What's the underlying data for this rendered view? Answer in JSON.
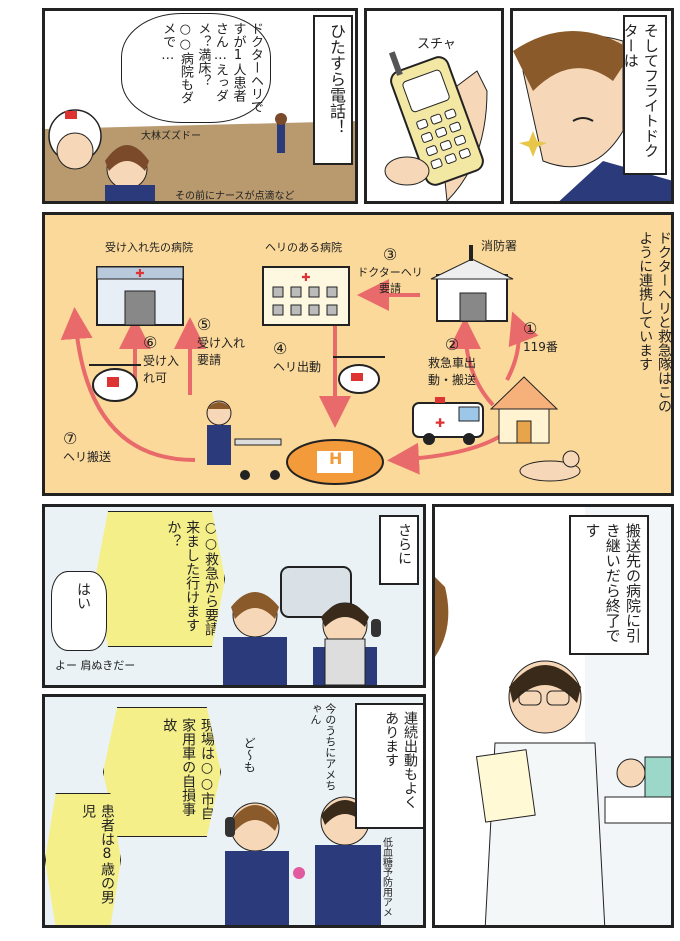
{
  "panel1": {
    "caption": "ひたすら電話！",
    "bubble": "ドクターヘリですが1人患者さん…えっダメ？満床？○○病院もダメで…",
    "sfx": "大林ズズドー",
    "note": "その前にナースが点滴など"
  },
  "panel2": {
    "sfx": "スチャ"
  },
  "panel3": {
    "caption": "そしてフライトドクターは"
  },
  "diagram": {
    "caption": "ドクターヘリと救急隊はこのように連携しています",
    "labels": {
      "dest_hospital": "受け入れ先の病院",
      "heli_hospital": "ヘリのある病院",
      "fire_station": "消防署",
      "heliport": "H"
    },
    "steps": [
      {
        "num": "①",
        "text": "119番"
      },
      {
        "num": "②",
        "text": "救急車出動・搬送"
      },
      {
        "num": "③",
        "text": "ドクターヘリ要請"
      },
      {
        "num": "④",
        "text": "ヘリ出動"
      },
      {
        "num": "⑤",
        "text": "受け入れ要請"
      },
      {
        "num": "⑥",
        "text": "受け入れ可"
      },
      {
        "num": "⑦",
        "text": "ヘリ搬送"
      }
    ]
  },
  "panel5": {
    "caption": "さらに",
    "bubble": "○○救急から要請来ました行けますか？",
    "reply": "はい",
    "mutter": "よー 肩ぬきだー"
  },
  "panel6": {
    "caption": "搬送先の病院に引き継いだら終了です"
  },
  "panel7": {
    "caption": "連続出動もよくあります",
    "bubble1": "現場は○○市自家用車の自損事故",
    "bubble2": "患者は8歳の男児",
    "sfx1": "ど〜も",
    "sfx2": "今のうちにアメちゃん",
    "sfx3": "低血糖予防用アメ"
  }
}
